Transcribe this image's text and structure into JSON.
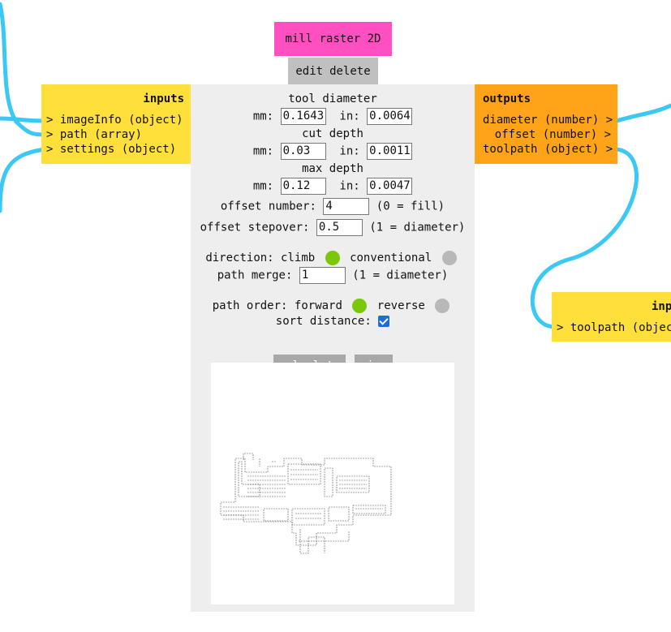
{
  "module": {
    "title": "mill raster 2D",
    "edit_label": "edit",
    "delete_label": "delete"
  },
  "inputs": {
    "header": "inputs",
    "ports": [
      "> imageInfo (object)",
      "> path (array)",
      "> settings (object)"
    ]
  },
  "outputs": {
    "header": "outputs",
    "ports": [
      "diameter (number) >",
      "offset (number) >",
      "toolpath (object) >"
    ]
  },
  "next_module_inputs": {
    "header": "inputs",
    "ports": [
      "> toolpath (object)"
    ]
  },
  "settings": {
    "tool_diameter": {
      "label": "tool diameter",
      "mm_label": "mm:",
      "mm_value": "0.1643",
      "in_label": "in:",
      "in_value": "0.0064"
    },
    "cut_depth": {
      "label": "cut depth",
      "mm_label": "mm:",
      "mm_value": "0.03",
      "in_label": "in:",
      "in_value": "0.0011"
    },
    "max_depth": {
      "label": "max depth",
      "mm_label": "mm:",
      "mm_value": "0.12",
      "in_label": "in:",
      "in_value": "0.0047"
    },
    "offset_number": {
      "label": "offset number:",
      "value": "4",
      "note": "(0 = fill)"
    },
    "offset_stepover": {
      "label": "offset stepover:",
      "value": "0.5",
      "note": "(1 = diameter)"
    },
    "direction": {
      "label": "direction:",
      "option_a": "climb",
      "option_b": "conventional",
      "selected": "climb"
    },
    "path_merge": {
      "label": "path merge:",
      "value": "1",
      "note": "(1 = diameter)"
    },
    "path_order": {
      "label": "path order:",
      "option_a": "forward",
      "option_b": "reverse",
      "selected": "forward"
    },
    "sort_distance": {
      "label": "sort distance:",
      "checked": true
    }
  },
  "buttons": {
    "calculate": "calculate",
    "view": "view"
  },
  "colors": {
    "title_bg": "#ff4fc1",
    "inputs_bg": "#ffe03a",
    "outputs_bg": "#ffa419",
    "wire": "#3cc8f5",
    "radio_selected": "#7ac70c",
    "radio_unselected": "#b8b8b8"
  }
}
